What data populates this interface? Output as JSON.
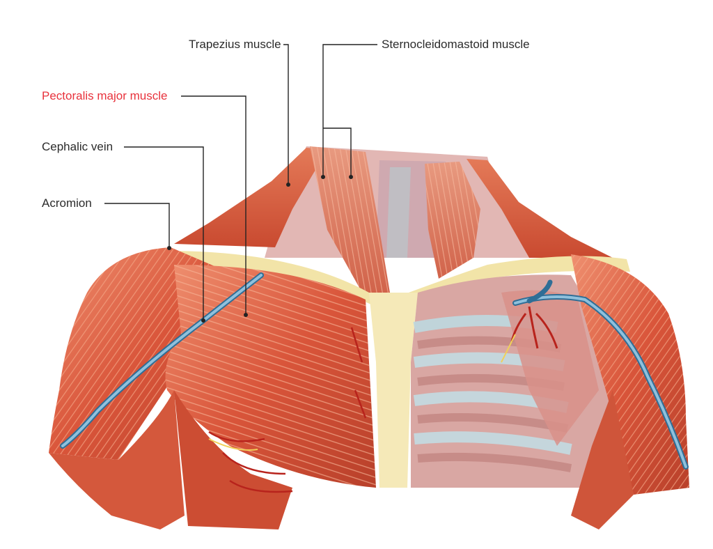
{
  "labels": {
    "trapezius": "Trapezius muscle",
    "sternocleidomastoid": "Sternocleidomastoid muscle",
    "pectoralis_major": "Pectoralis major muscle",
    "cephalic_vein": "Cephalic vein",
    "acromion": "Acromion"
  },
  "highlighted_label": "pectoralis_major",
  "colors": {
    "highlight": "#e8323c",
    "label_text": "#2b2b2b",
    "leader_line": "#222222",
    "muscle": "#d9553a",
    "muscle_light": "#ec8a66",
    "tendon": "#f3e7b0",
    "vein": "#5b94b8",
    "artery": "#b8231c"
  }
}
